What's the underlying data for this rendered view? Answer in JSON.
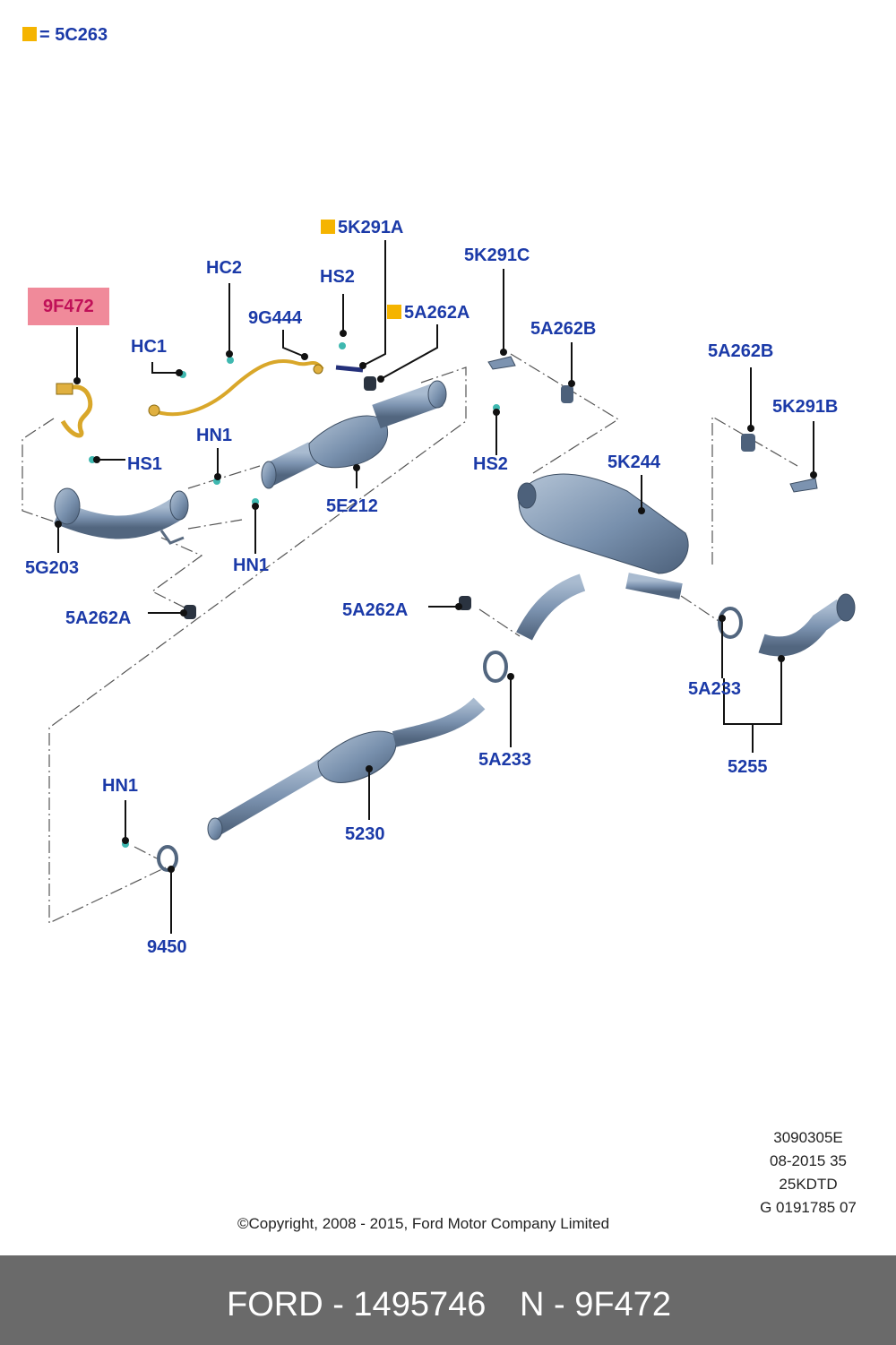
{
  "legend": {
    "text": "= 5C263",
    "marker_color": "#f5b400"
  },
  "labels": {
    "l_9f472": "9F472",
    "l_5k291a": "5K291A",
    "l_hc2": "HC2",
    "l_hs2_top": "HS2",
    "l_5a262a_top": "5A262A",
    "l_9g444": "9G444",
    "l_hc1": "HC1",
    "l_5k291c": "5K291C",
    "l_5a262b_mid": "5A262B",
    "l_5a262b_right": "5A262B",
    "l_5k291b": "5K291B",
    "l_hn1_top": "HN1",
    "l_hs1": "HS1",
    "l_hs2_mid": "HS2",
    "l_5e212": "5E212",
    "l_5k244": "5K244",
    "l_5g203": "5G203",
    "l_hn1_mid": "HN1",
    "l_5a262a_left": "5A262A",
    "l_5a262a_center": "5A262A",
    "l_5a233_right": "5A233",
    "l_5a233_center": "5A233",
    "l_5255": "5255",
    "l_hn1_bottom": "HN1",
    "l_5230": "5230",
    "l_9450": "9450"
  },
  "meta_lines": [
    "3090305E",
    "08-2015 35",
    "25KDTD",
    "G 0191785 07"
  ],
  "copyright": "©Copyright, 2008 - 2015, Ford Motor Company Limited",
  "footer": {
    "left": "FORD - 1495746",
    "right": "N - 9F472"
  },
  "colors": {
    "label": "#1b3aa8",
    "highlight_bg": "#f08a9a",
    "highlight_text": "#c01058",
    "part": "#7c93b0",
    "footer_bg": "#6a6a6a",
    "marker": "#f5b400"
  }
}
